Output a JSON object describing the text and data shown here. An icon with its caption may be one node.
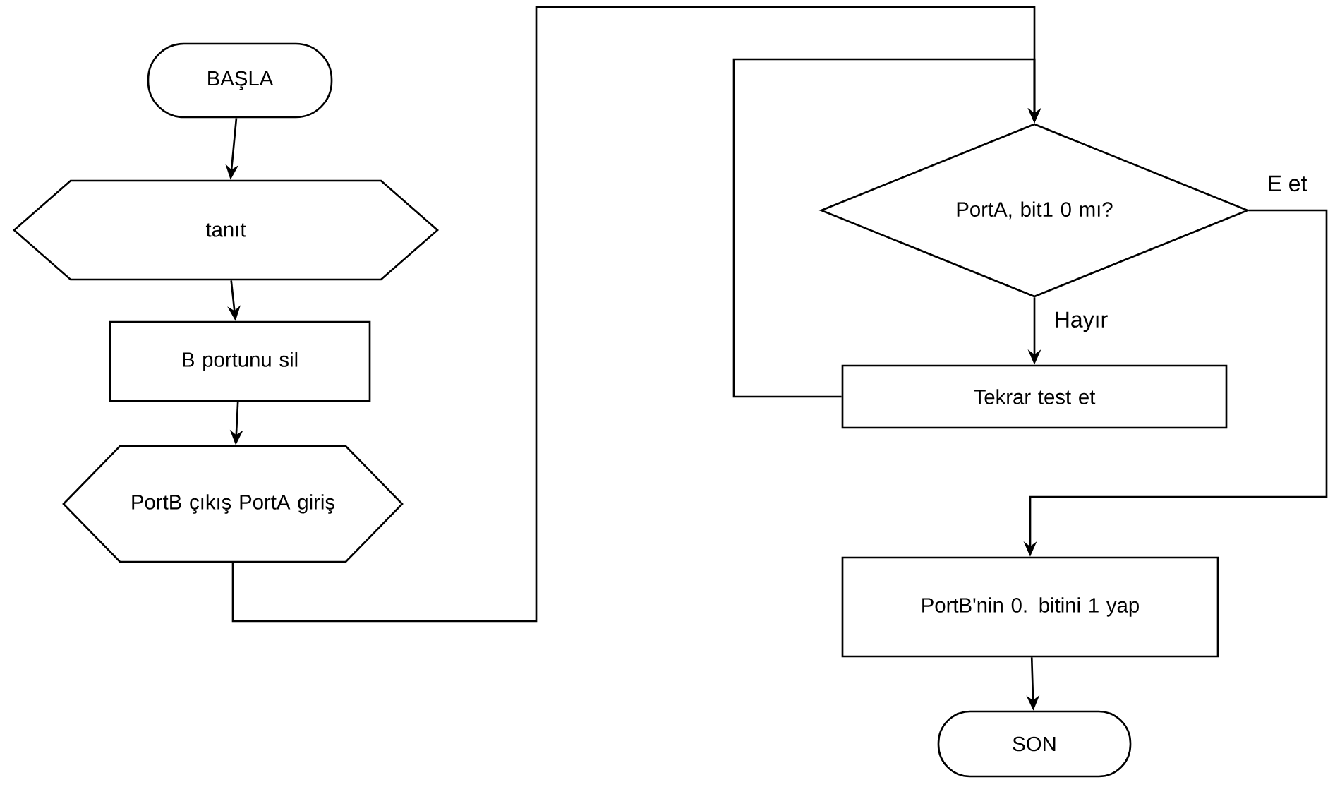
{
  "diagram": {
    "nodes": [
      {
        "text": [
          "BAŞLA"
        ]
      },
      {
        "text": [
          "tanıt"
        ]
      },
      {
        "text": [
          "B portunu sil"
        ]
      },
      {
        "text": [
          "PortB çıkış PortA giriş"
        ]
      },
      {
        "text": [
          "PortA, bit1 0 mı?"
        ]
      },
      {
        "text": [
          "Tekrar test et"
        ]
      },
      {
        "text": [
          "PortB'nin 0. bitini 1 yap"
        ]
      },
      {
        "text": [
          "SON"
        ]
      }
    ],
    "edges": [
      {
        "from": 0,
        "to": 1,
        "arrow": "to"
      },
      {
        "from": 1,
        "to": 2,
        "arrow": "to"
      },
      {
        "from": 2,
        "to": 3,
        "arrow": "to"
      },
      {
        "from": 3,
        "to": 4,
        "arrow": "to"
      },
      {
        "from": 4,
        "to": 5,
        "arrow": "to",
        "label": "Hayır"
      },
      {
        "from": 5,
        "to": 4,
        "arrow": "to"
      },
      {
        "from": 4,
        "to": 6,
        "arrow": "to",
        "label": "E et"
      },
      {
        "from": 6,
        "to": 7,
        "arrow": "to"
      }
    ]
  }
}
